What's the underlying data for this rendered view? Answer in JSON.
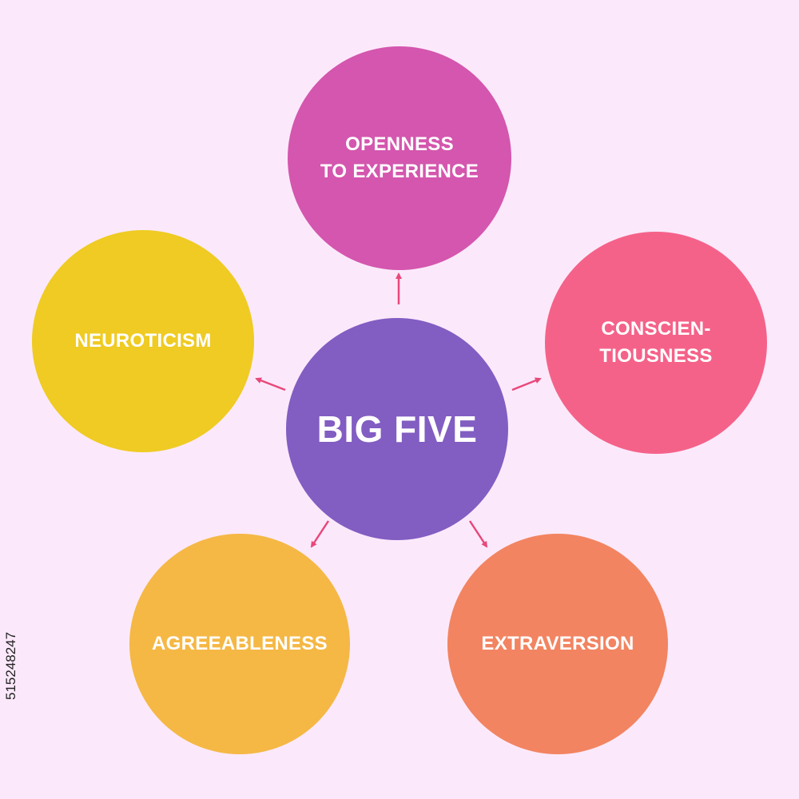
{
  "diagram": {
    "center": {
      "label": "BIG FIVE",
      "color": "#825dc2"
    },
    "traits": [
      {
        "id": "openness",
        "label": "OPENNESS\nTO EXPERIENCE",
        "color": "#d456ae"
      },
      {
        "id": "conscientiousness",
        "label": "CONSCIEN-\nTIOUSNESS",
        "color": "#f56289"
      },
      {
        "id": "extraversion",
        "label": "EXTRAVERSION",
        "color": "#f28461"
      },
      {
        "id": "agreeableness",
        "label": "AGREEABLENESS",
        "color": "#f5b845"
      },
      {
        "id": "neuroticism",
        "label": "NEUROTICISM",
        "color": "#efcb23"
      }
    ],
    "arrow_color": "#e8487a",
    "background_color": "#fbe9fb"
  },
  "stock_id": "515248247"
}
